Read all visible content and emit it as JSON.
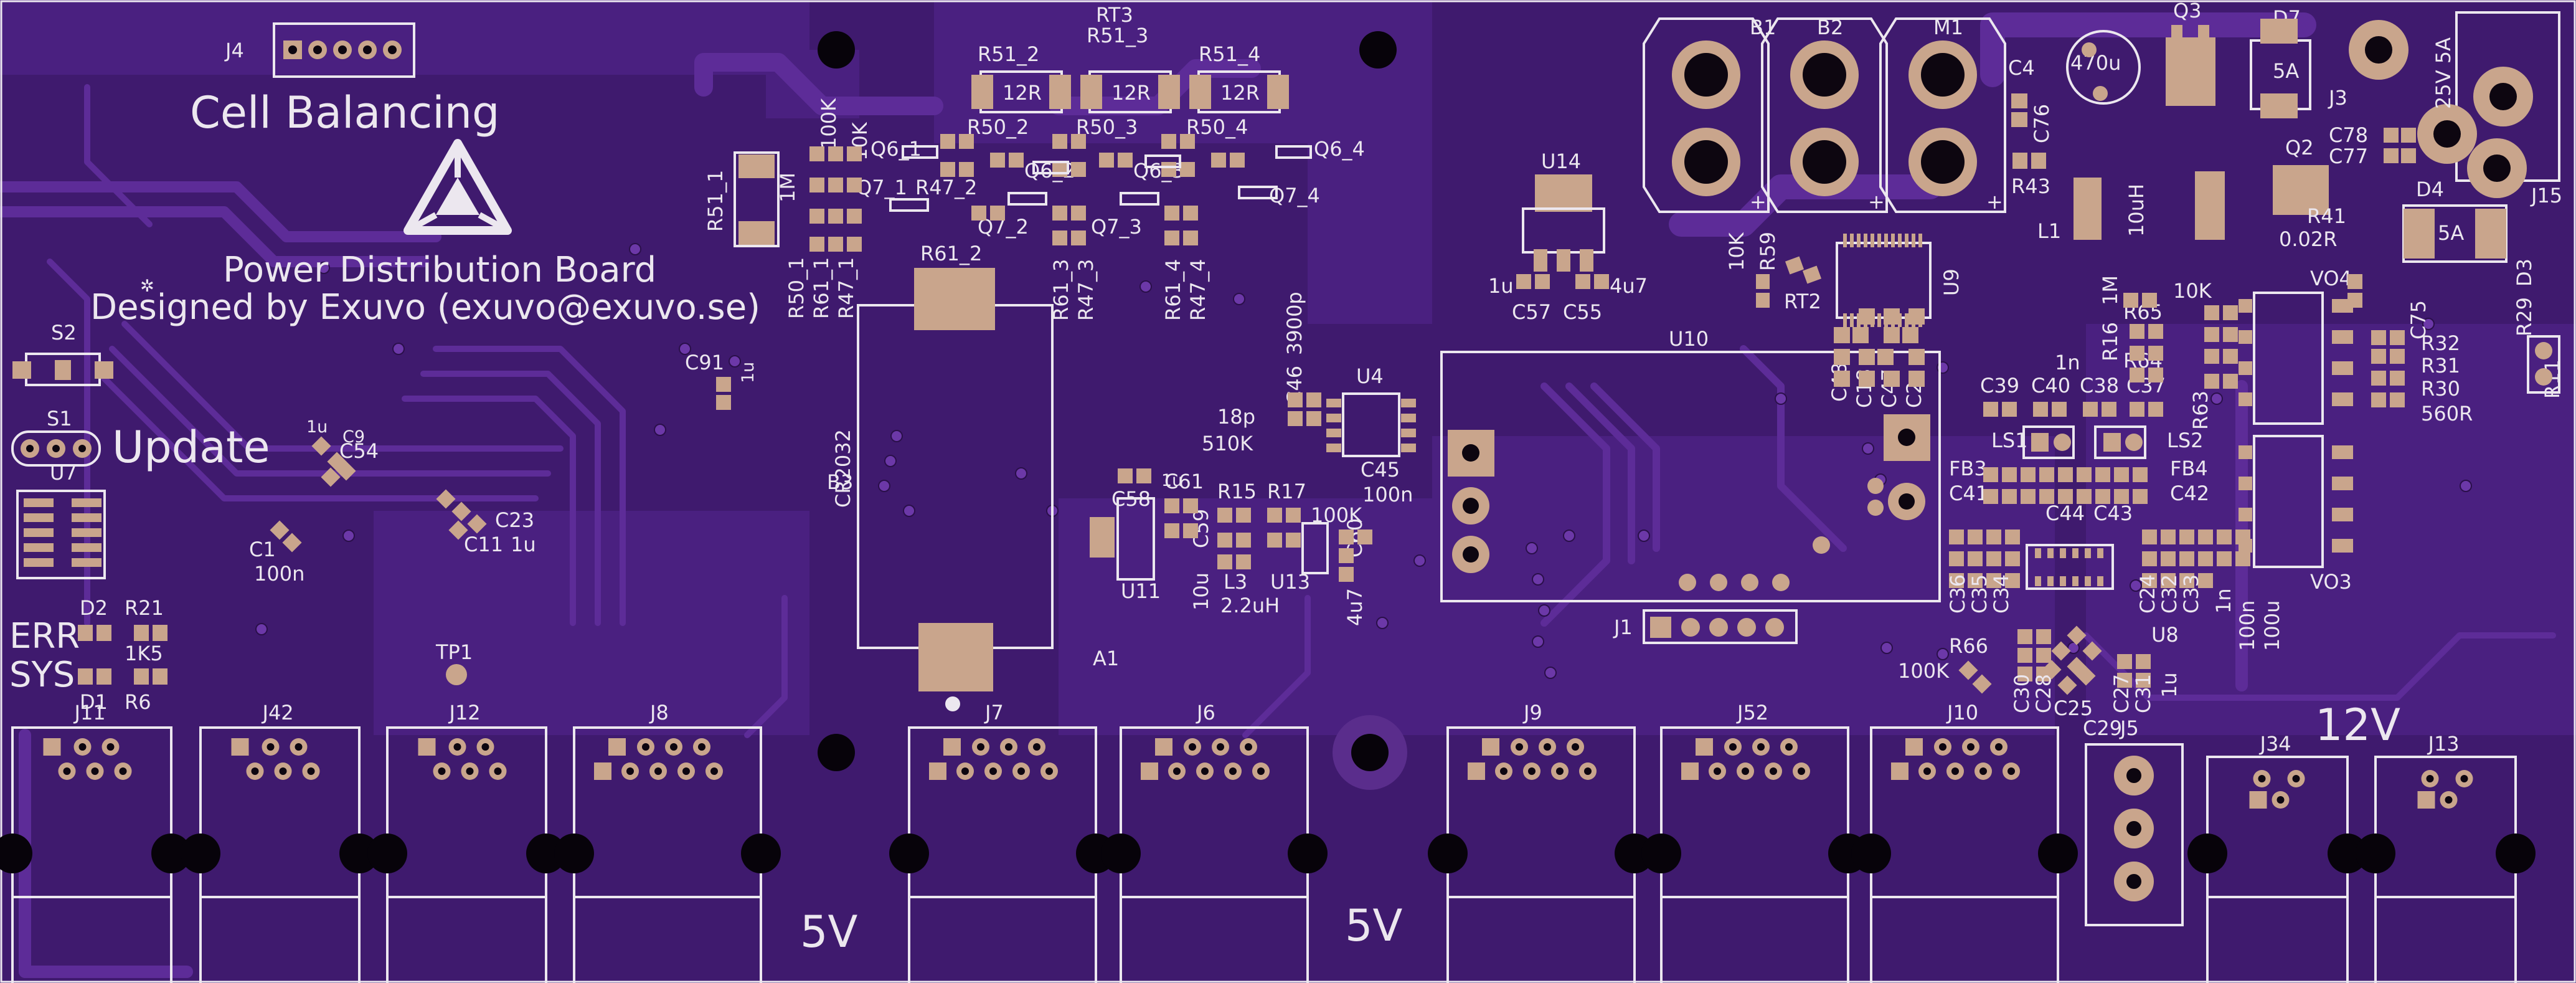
{
  "board": {
    "title": "Power Distribution Board",
    "designer": "Designed by Exuvo (exuvo@exuvo.se)",
    "section_cell": "Cell Balancing",
    "section_update": "Update",
    "rail_5v_a": "5V",
    "rail_5v_b": "5V",
    "rail_12v": "12V",
    "battery_label": "CR2032",
    "led_err": "ERR",
    "led_sys": "SYS",
    "colors": {
      "mask": "#3f1a6e",
      "copper": "#c9a58c",
      "silk": "#ece7ef",
      "trace": "#5d2c98"
    }
  },
  "bottom_connectors": [
    {
      "ref": "J11"
    },
    {
      "ref": "J42"
    },
    {
      "ref": "J12"
    },
    {
      "ref": "J8"
    },
    {
      "ref": "J7"
    },
    {
      "ref": "J6"
    },
    {
      "ref": "J9"
    },
    {
      "ref": "J52"
    },
    {
      "ref": "J10"
    },
    {
      "ref": "J5"
    },
    {
      "ref": "J34"
    },
    {
      "ref": "J13"
    }
  ],
  "top_left": {
    "J4": "J4",
    "S2": "S2",
    "S1": "S1",
    "U7": "U7",
    "C1": "C1",
    "C1v": "100n",
    "C9": "C9",
    "C9v": "1u",
    "C54": "C54",
    "C23": "C23",
    "C11": "C11",
    "C11v": "1u",
    "D2": "D2",
    "R21": "R21",
    "R21v": "1K5",
    "D1": "D1",
    "R6": "R6",
    "TP1": "TP1"
  },
  "balancing": {
    "R51_1": "R51_1",
    "R51_2": "R51_2",
    "R51_3": "R51_3",
    "R51_4": "R51_4",
    "RT3": "RT3",
    "v12R": "12R",
    "R50_2": "R50_2",
    "R50_3": "R50_3",
    "R50_4": "R50_4",
    "Q6_1": "Q6_1",
    "Q6_2": "Q6_2",
    "Q6_3": "Q6_3",
    "Q6_4": "Q6_4",
    "Q7_1": "Q7_1",
    "Q7_2": "Q7_2",
    "Q7_3": "Q7_3",
    "Q7_4": "Q7_4",
    "R47_2": "R47_2",
    "R61_2": "R61_2",
    "v100K": "100K",
    "v1M": "1M",
    "v10K": "10K",
    "R50_1": "R50_1",
    "R61_1": "R61_1",
    "R47_1": "R47_1",
    "R61_3": "R61_3",
    "R47_3": "R47_3",
    "R61_4": "R61_4",
    "R47_4": "R47_4"
  },
  "mid": {
    "C91": "C91",
    "C91v": "1u",
    "B3": "B3",
    "A1": "A1",
    "C46": "C46",
    "C46v": "3900p",
    "v18p": "18p",
    "v510K": "510K",
    "C58": "C58",
    "C58v": "1u",
    "C61": "C61",
    "R15": "R15",
    "R17": "R17",
    "R17v": "100K",
    "C59": "C59",
    "C59v": "10u",
    "L3": "L3",
    "L3v": "2.2uH",
    "U13": "U13",
    "C60": "C60",
    "C60v": "4u7",
    "U11": "U11",
    "U4": "U4",
    "C45": "C45",
    "C45v": "100n"
  },
  "right": {
    "B1": "B1",
    "B2": "B2",
    "M1": "M1",
    "C4": "C4",
    "C4v": "470u",
    "Q3": "Q3",
    "D7": "D7",
    "D7v": "5A",
    "J3": "J3",
    "J3v": "25V 5A",
    "C76": "C76",
    "C78": "C78",
    "C77": "C77",
    "Q2": "Q2",
    "R43": "R43",
    "L1": "L1",
    "L1v": "10uH",
    "R41": "R41",
    "R41v": "0.02R",
    "D4": "D4",
    "D4v": "5A",
    "J15": "J15",
    "D3": "D3",
    "R29": "R29",
    "R11": "R11",
    "U14": "U14",
    "C57": "C57",
    "C55": "C55",
    "v1u": "1u",
    "v4u7": "4u7",
    "R59": "R59",
    "R59v": "10K",
    "RT2": "RT2",
    "U9": "U9",
    "U10": "U10",
    "C48": "C48",
    "C18": "C18",
    "C47": "C47",
    "C2": "C2",
    "C39": "C39",
    "C40": "C40",
    "C38": "C38",
    "C37": "C37",
    "v1n": "1n",
    "R16": "R16",
    "R16v": "1M",
    "R65": "R65",
    "R64": "R64",
    "R63": "R63",
    "v10K": "10K",
    "VO4": "VO4",
    "VO3": "VO3",
    "C75": "C75",
    "R32": "R32",
    "R31": "R31",
    "R30": "R30",
    "R30v": "560R",
    "LS1": "LS1",
    "LS2": "LS2",
    "FB3": "FB3",
    "FB4": "FB4",
    "C41": "C41",
    "C42": "C42",
    "C44": "C44",
    "C43": "C43",
    "C36": "C36",
    "C35": "C35",
    "C34": "C34",
    "C24": "C24",
    "C32": "C32",
    "C33": "C33",
    "v100n": "100n",
    "v100u": "100u",
    "U8": "U8",
    "R66": "R66",
    "R66v": "100K",
    "C30": "C30",
    "C28": "C28",
    "C25": "C25",
    "C27": "C27",
    "C31": "C31",
    "C31v": "1u",
    "C29": "C29",
    "J1": "J1"
  }
}
